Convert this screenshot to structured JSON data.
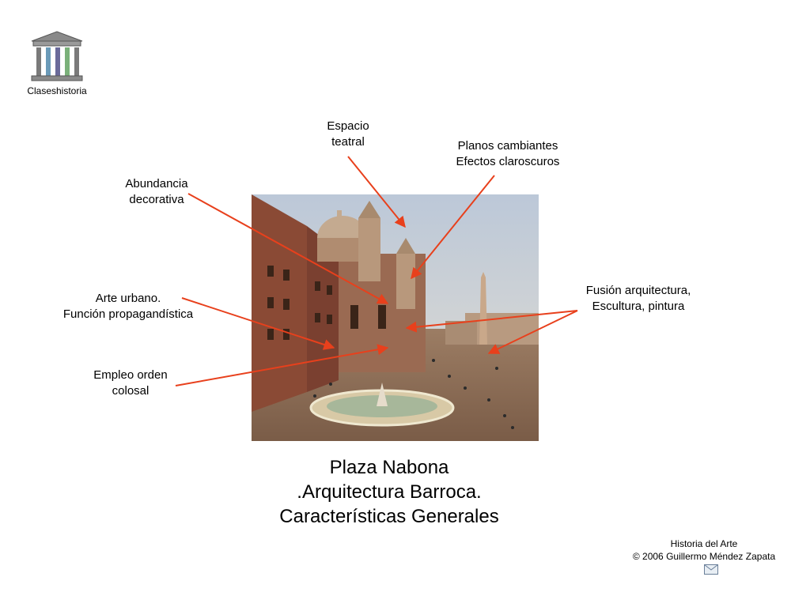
{
  "logo": {
    "caption": "Claseshistoria",
    "icon": "temple-icon"
  },
  "labels": {
    "espacio": [
      "Espacio",
      "teatral"
    ],
    "planos": [
      "Planos cambiantes",
      "Efectos claroscuros"
    ],
    "abundancia": [
      "Abundancia",
      "decorativa"
    ],
    "fusion": [
      "Fusión arquitectura,",
      "Escultura, pintura"
    ],
    "arte": [
      "Arte urbano.",
      "Función propagandística"
    ],
    "empleo": [
      "Empleo orden",
      "colosal"
    ]
  },
  "title": [
    "Plaza Nabona",
    ".Arquitectura Barroca.",
    "Características Generales"
  ],
  "footer": {
    "line1": "Historia del Arte",
    "line2": "© 2006 Guillermo Méndez Zapata",
    "icon": "mail-icon"
  },
  "colors": {
    "arrow": "#e8401c"
  }
}
